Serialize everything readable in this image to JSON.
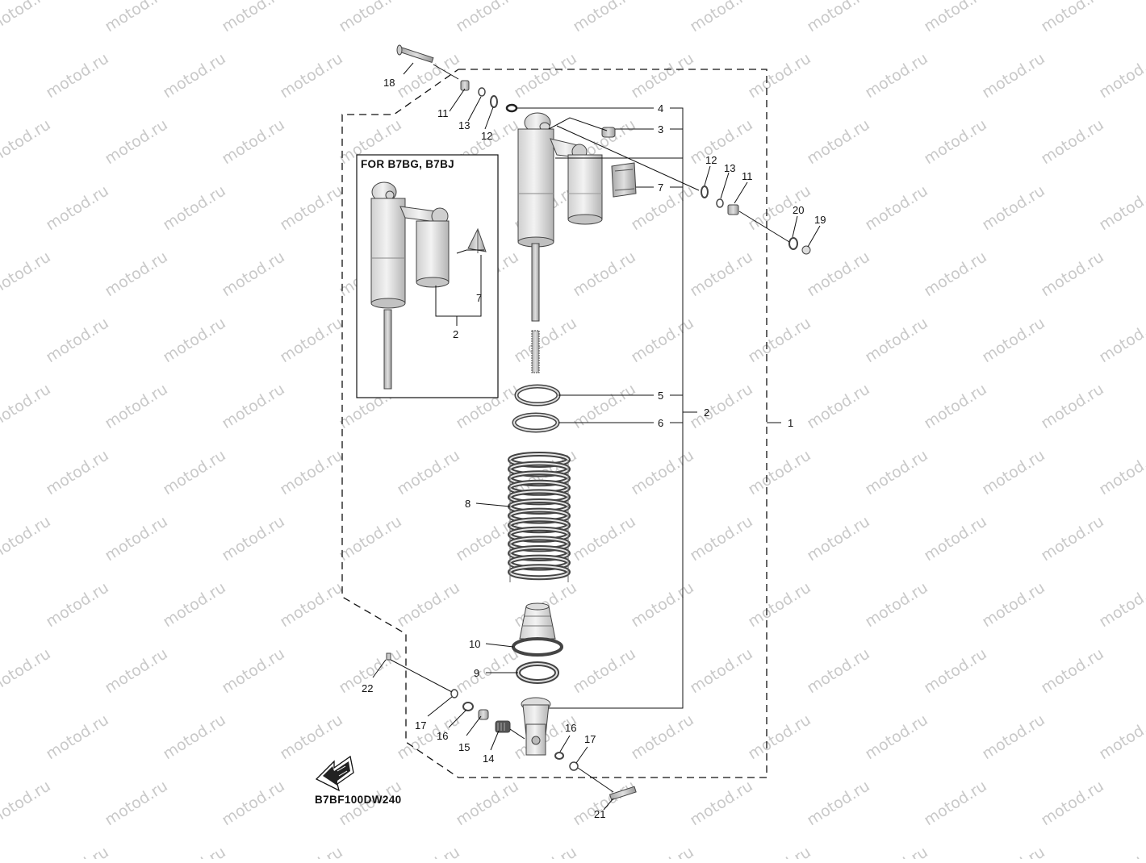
{
  "diagram": {
    "inset_title": "FOR B7BG, B7BJ",
    "drawing_code": "B7BF100DW240",
    "watermark_text": "motod.ru",
    "callouts": {
      "c1": "1",
      "c2": "2",
      "c3": "3",
      "c4": "4",
      "c5": "5",
      "c6": "6",
      "c7": "7",
      "c8": "8",
      "c9": "9",
      "c10": "10",
      "c11a": "11",
      "c11b": "11",
      "c12a": "12",
      "c12b": "12",
      "c13a": "13",
      "c13b": "13",
      "c14": "14",
      "c15": "15",
      "c16a": "16",
      "c16b": "16",
      "c17a": "17",
      "c17b": "17",
      "c18": "18",
      "c19": "19",
      "c20": "20",
      "c21": "21",
      "c22": "22",
      "inset2": "2",
      "inset7": "7"
    },
    "colors": {
      "line": "#111111",
      "part_fill": "#e8e8e8",
      "part_shade": "#bdbdbd",
      "watermark": "#c9c9c9"
    }
  }
}
